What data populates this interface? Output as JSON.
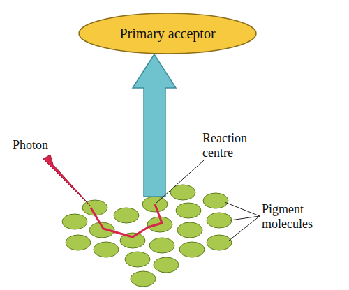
{
  "diagram": {
    "nodes": [
      {
        "text": [
          "Primary acceptor"
        ]
      }
    ],
    "labels": [
      "Photon",
      "Reaction centre",
      "Pigment molecules"
    ]
  }
}
